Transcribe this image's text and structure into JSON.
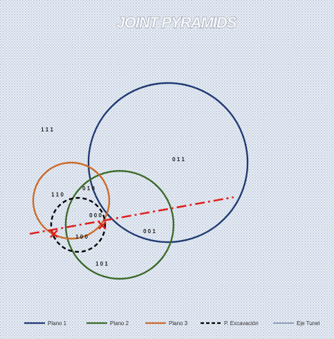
{
  "chart_data": {
    "type": "stereonet",
    "title": "JOINT PYRAMIDS",
    "colors": {
      "plano1": "#1f3a73",
      "plano2": "#3d6b2b",
      "plano3": "#cc6a2a",
      "excavacion": "#000000",
      "eje_tunel": "#e0201c",
      "marker": "#e0201c",
      "background": "#dfe6f0"
    },
    "circles": [
      {
        "name": "Plano 1",
        "color_key": "plano1",
        "dash": false,
        "cx": 0.55,
        "cy": 0.55,
        "r": 1.15
      },
      {
        "name": "Plano 2",
        "color_key": "plano2",
        "dash": false,
        "cx": -0.15,
        "cy": -0.35,
        "r": 0.78
      },
      {
        "name": "Plano 3",
        "color_key": "plano3",
        "dash": false,
        "cx": -0.85,
        "cy": 0.0,
        "r": 0.55
      },
      {
        "name": "P. Excavación",
        "color_key": "excavacion",
        "dash": true,
        "cx": -0.75,
        "cy": -0.35,
        "r": 0.39
      }
    ],
    "axis_line": {
      "name": "Eje Tunel",
      "color_key": "eje_tunel",
      "x": [
        -1.45,
        1.5
      ],
      "y": [
        -0.48,
        0.05
      ]
    },
    "intersections": [
      {
        "x": -1.1,
        "y": -0.48
      },
      {
        "x": -0.4,
        "y": -0.36
      }
    ],
    "zone_labels": [
      {
        "text": "1 1 1",
        "x": -1.2,
        "y": 1.0
      },
      {
        "text": "0 1 1",
        "x": 0.7,
        "y": 0.57
      },
      {
        "text": "0 1 0",
        "x": -0.6,
        "y": 0.15
      },
      {
        "text": "1 1 0",
        "x": -1.05,
        "y": 0.06
      },
      {
        "text": "0 0 0",
        "x": -0.5,
        "y": -0.24
      },
      {
        "text": "0 0 1",
        "x": 0.28,
        "y": -0.47
      },
      {
        "text": "1 0 0",
        "x": -0.7,
        "y": -0.55
      },
      {
        "text": "1 0 1",
        "x": -0.41,
        "y": -0.94
      }
    ],
    "legend": [
      {
        "label": "Plano 1",
        "color_key": "plano1",
        "style": "solid"
      },
      {
        "label": "Plano 2",
        "color_key": "plano2",
        "style": "solid"
      },
      {
        "label": "Plano 3",
        "color_key": "plano3",
        "style": "solid"
      },
      {
        "label": "P. Excavación",
        "color_key": "excavacion",
        "style": "dashed"
      },
      {
        "label": "Eje Tunel",
        "color_key": "eje_tunel",
        "style": "thin"
      }
    ],
    "legend_position": "bottom"
  }
}
